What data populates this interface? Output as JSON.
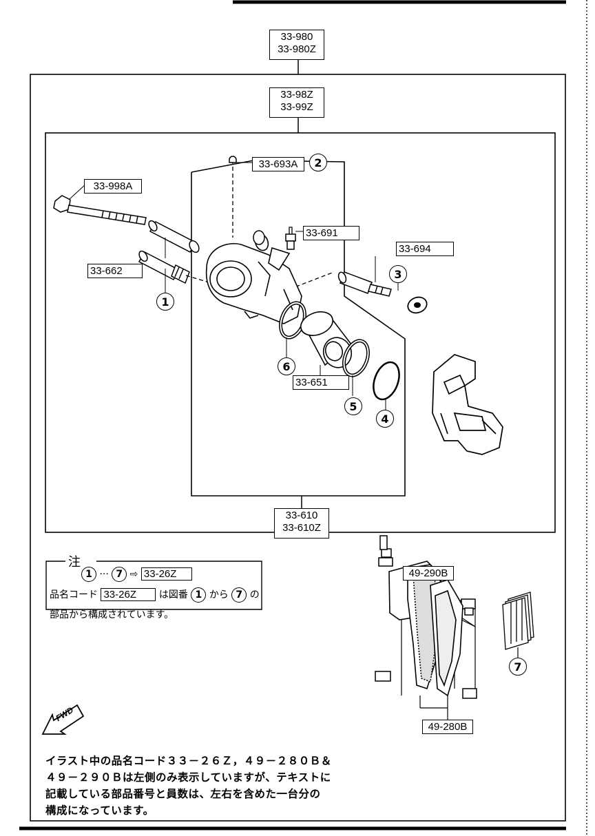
{
  "labels": {
    "assembly_top": [
      "33-980",
      "33-980Z"
    ],
    "caliper_assembly": [
      "33-98Z",
      "33-99Z"
    ],
    "bleeder_cap": "33-693A",
    "bleeder_screw": "33-691",
    "guide_bolt": "33-998A",
    "guide_pin": "33-662",
    "pin_bolt": "33-694",
    "piston": "33-651",
    "caliper_body": [
      "33-610",
      "33-610Z"
    ],
    "pad_set_upper": "49-290B",
    "pad_set_lower": "49-280B"
  },
  "circled": {
    "c1": "1",
    "c2": "2",
    "c3": "3",
    "c4": "4",
    "c5": "5",
    "c6": "6",
    "c7": "7"
  },
  "note": {
    "heading": "注",
    "line1_range_start": "1",
    "line1_sep": "···",
    "line1_end": "7",
    "line1_arrow": "⇨",
    "line1_code": "33-26Z",
    "line2_prefix": "品名コード",
    "line2_code": "33-26Z",
    "line2_mid": "は図番",
    "line2_from": "1",
    "line2_kara": "から",
    "line2_to": "7",
    "line2_suffix": "の",
    "line3": "部品から構成されています。"
  },
  "fwd_label": "FWD",
  "bottom_note": [
    "イラスト中の品名コード３３－２６Ｚ，４９－２８０Ｂ＆",
    "４９－２９０Ｂは左側のみ表示していますが、テキストに",
    "記載している部品番号と員数は、左右を含めた一台分の",
    "構成になっています。"
  ]
}
